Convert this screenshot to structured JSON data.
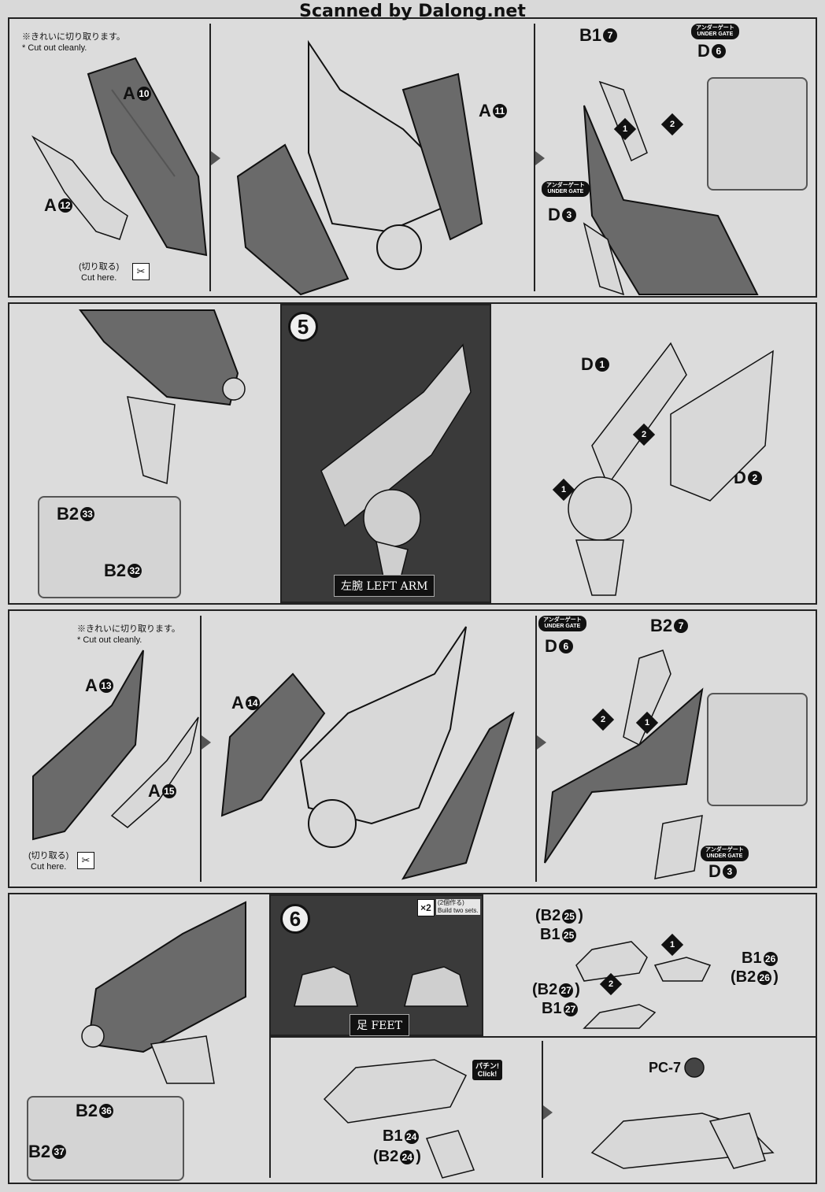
{
  "watermark": "Scanned by Dalong.net",
  "notes": {
    "cut_clean_jp": "※きれいに切り取ります。",
    "cut_clean_en": "* Cut out cleanly.",
    "cut_here_jp": "(切り取る)",
    "cut_here_en": "Cut here."
  },
  "under_gate": {
    "jp": "アンダーゲート",
    "en": "UNDER GATE"
  },
  "row1": {
    "a10": "A",
    "a10_num": "10",
    "a12": "A",
    "a12_num": "12",
    "a11": "A",
    "a11_num": "11",
    "b1_7": "B1",
    "b1_7_num": "7",
    "d6": "D",
    "d6_num": "6",
    "d3": "D",
    "d3_num": "3",
    "step1": "1",
    "step2": "2"
  },
  "row2": {
    "step_number": "5",
    "title_jp": "左腕",
    "title_en": "LEFT ARM",
    "b2_33": "B2",
    "b2_33_num": "33",
    "b2_32": "B2",
    "b2_32_num": "32",
    "d1": "D",
    "d1_num": "1",
    "d2": "D",
    "d2_num": "2",
    "step1": "1",
    "step2": "2"
  },
  "row3": {
    "a13": "A",
    "a13_num": "13",
    "a14": "A",
    "a14_num": "14",
    "a15": "A",
    "a15_num": "15",
    "d6": "D",
    "d6_num": "6",
    "b2_7": "B2",
    "b2_7_num": "7",
    "d3": "D",
    "d3_num": "3",
    "step1": "1",
    "step2": "2"
  },
  "row4": {
    "b2_36": "B2",
    "b2_36_num": "36",
    "b2_37": "B2",
    "b2_37_num": "37",
    "step_number": "6",
    "x2": "×2",
    "build_jp": "(2個作る)",
    "build_en": "Build two sets.",
    "title_jp": "足",
    "title_en": "FEET",
    "b2_25_paren": "(B2",
    "b2_25_num": "25",
    "b1_25": "B1",
    "b1_25_num": "25",
    "b1_26": "B1",
    "b1_26_num": "26",
    "b2_26_paren": "(B2",
    "b2_26_num": "26",
    "b2_27_paren": "(B2",
    "b2_27_num": "27",
    "b1_27": "B1",
    "b1_27_num": "27",
    "step1": "1",
    "step2": "2"
  },
  "row5": {
    "click_jp": "パチン!",
    "click_en": "Click!",
    "b1_24": "B1",
    "b1_24_num": "24",
    "b2_24_paren": "(B2",
    "b2_24_num": "24",
    "pc7": "PC-7"
  },
  "close_paren": ")"
}
